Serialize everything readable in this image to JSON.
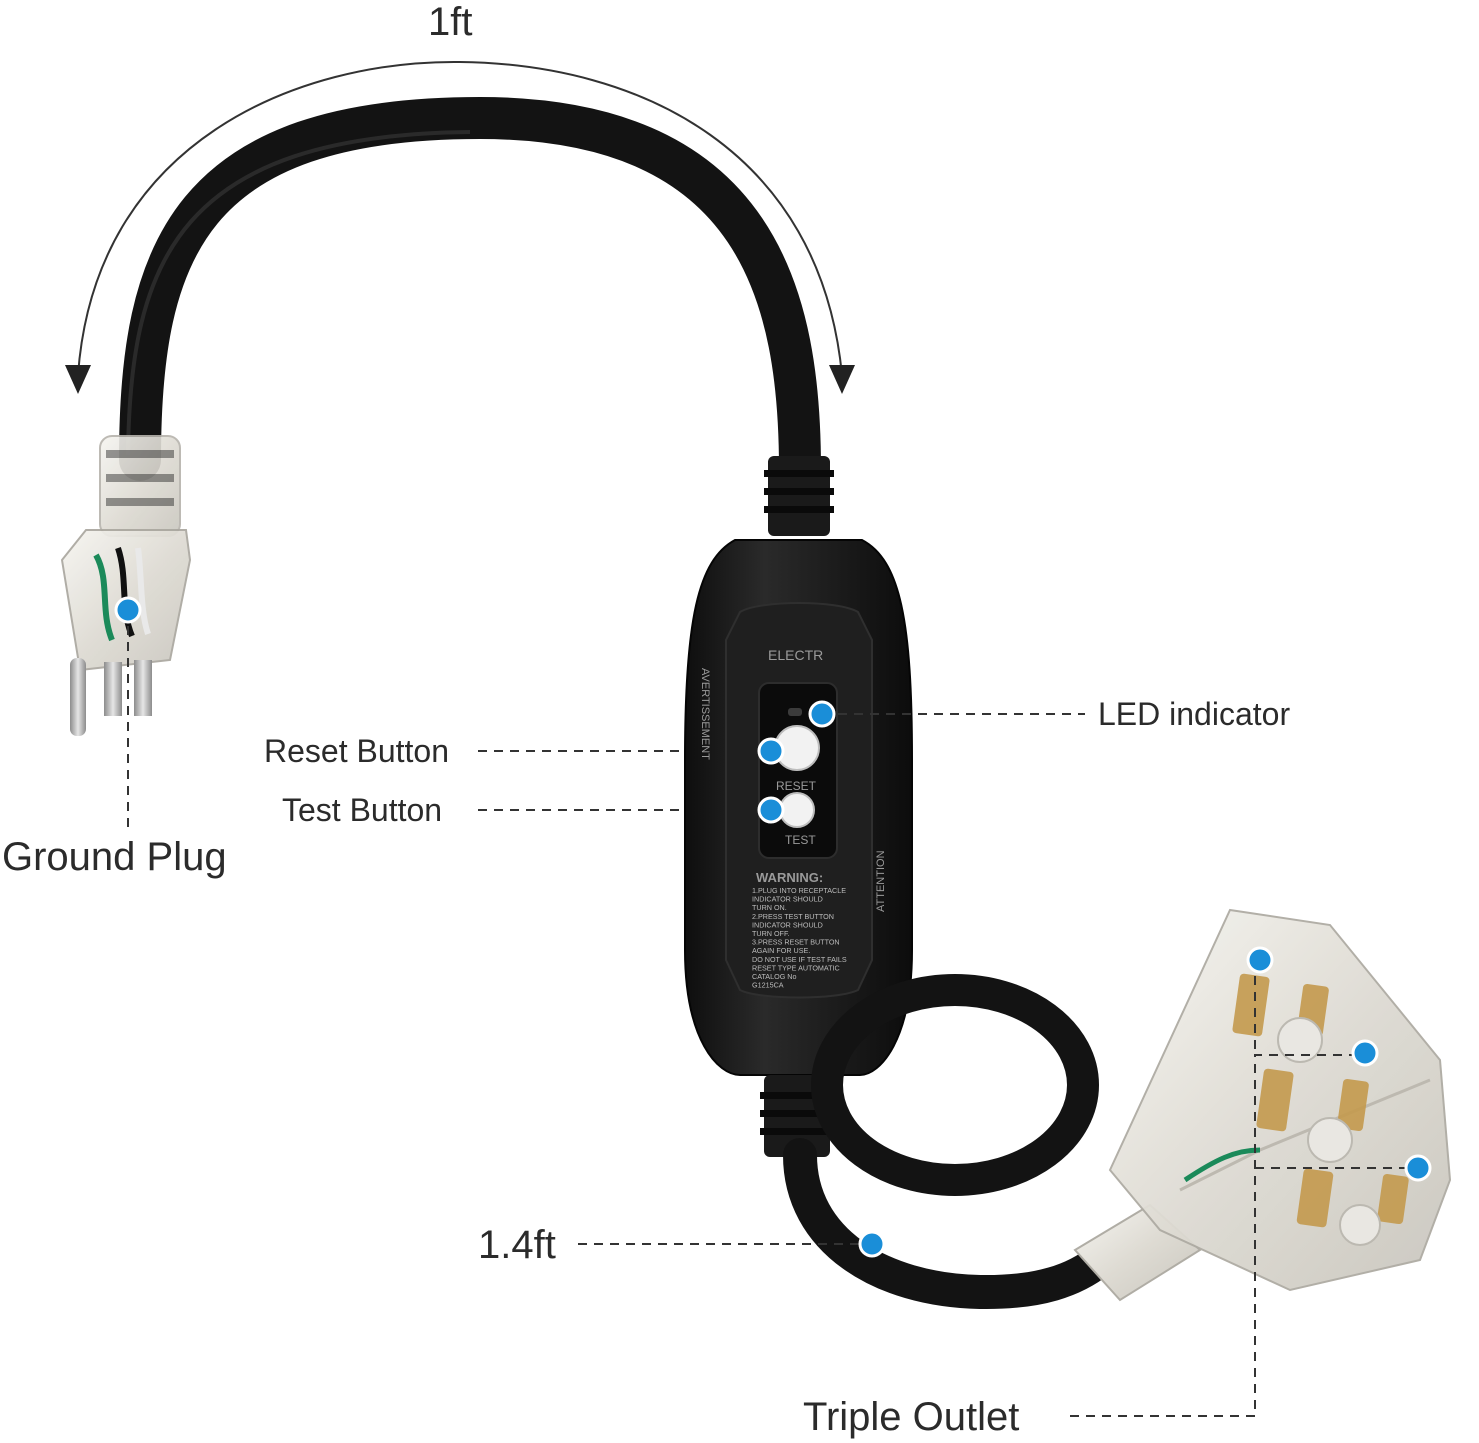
{
  "colors": {
    "cord": "#141414",
    "body": "#1c1c1c",
    "marker": "#1a8ed8",
    "leader": "#333333",
    "clear_plastic": "#e8e6e0",
    "brass": "#c49a4e"
  },
  "dimensions": {
    "top_cord_length": "1ft",
    "bottom_cord_length": "1.4ft"
  },
  "callouts": {
    "ground_plug": "Ground Plug",
    "reset_button": "Reset Button",
    "test_button": "Test Button",
    "led_indicator": "LED indicator",
    "triple_outlet": "Triple Outlet"
  },
  "device_printing": {
    "side_left": "AVERTISSEMENT",
    "side_right": "ATTENTION",
    "brand": "ELECTR",
    "reset_label": "RESET",
    "test_label": "TEST",
    "warning_title": "WARNING:",
    "warning_lines": [
      "1.PLUG INTO RECEPTACLE",
      "INDICATOR SHOULD",
      "TURN ON.",
      "2.PRESS TEST BUTTON",
      "INDICATOR SHOULD",
      "TURN OFF.",
      "3.PRESS RESET BUTTON",
      "AGAIN FOR USE.",
      "DO NOT USE IF TEST FAILS",
      "RESET TYPE AUTOMATIC",
      "CATALOG No",
      "G1215CA"
    ]
  },
  "icons": [
    "arrow-left-down-icon",
    "arrow-right-down-icon",
    "marker-dot-icon"
  ]
}
